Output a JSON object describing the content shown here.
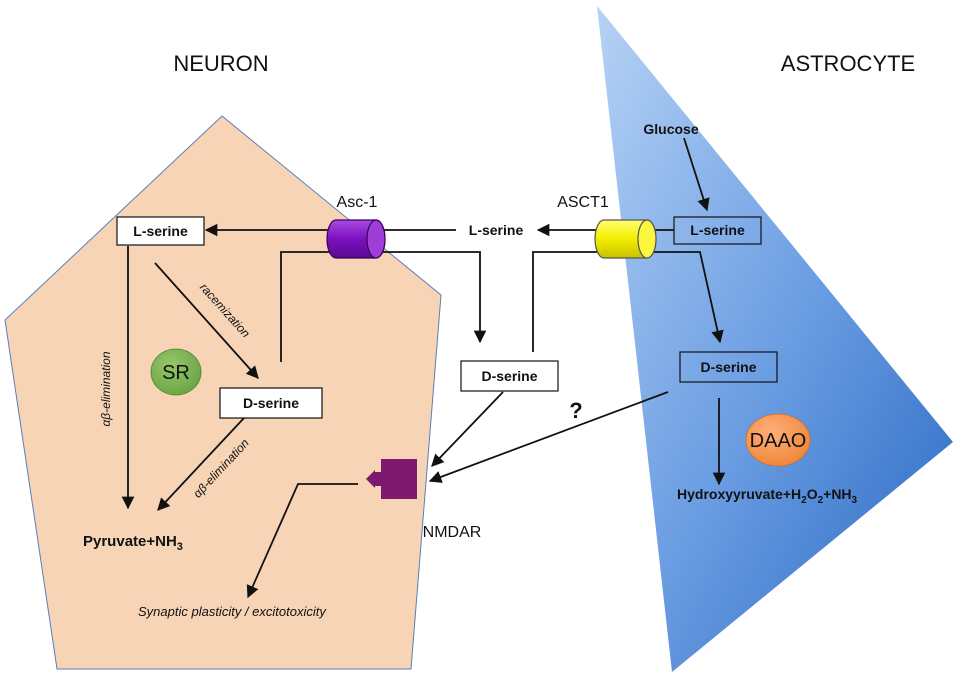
{
  "compartments": {
    "neuron": "NEURON",
    "astrocyte": "ASTROCYTE"
  },
  "transporters": {
    "asc1": "Asc-1",
    "asct1": "ASCT1"
  },
  "molecules": {
    "neuron_lserine": "L-serine",
    "neuron_dserine": "D-serine",
    "extracellular_lserine": "L-serine",
    "extracellular_dserine": "D-serine",
    "astro_glucose": "Glucose",
    "astro_lserine": "L-serine",
    "astro_dserine": "D-serine",
    "neuron_products": "Pyruvate+NH",
    "neuron_products_sub": "3",
    "astro_products_a": "Hydroxyyruvate+H",
    "astro_products_sub1": "2",
    "astro_products_b": "O",
    "astro_products_sub2": "2",
    "astro_products_c": "+NH",
    "astro_products_sub3": "3"
  },
  "processes": {
    "racemization": "racemization",
    "ab_elimination_left": "αβ-elimination",
    "ab_elimination_right": "αβ-elimination",
    "outcome": "Synaptic plasticity / excitotoxicity"
  },
  "enzymes": {
    "sr": "SR",
    "daao": "DAAO"
  },
  "receptor": {
    "label": "NMDAR"
  },
  "unknown_marker": "?",
  "colors": {
    "neuron_fill": "#f8d4b6",
    "neuron_stroke": "#5a7fb5",
    "astrocyte_light": "#a9c8f2",
    "astrocyte_dark": "#2f6fc8",
    "asc1_purple": "#8e1fcf",
    "asct1_yellow": "#f7f100",
    "nmdar_purple": "#7d1a6f",
    "sr_green": "#7fb552",
    "daao_orange": "#f49a50"
  },
  "icons": [
    "asc1-transporter-icon",
    "asct1-transporter-icon",
    "nmdar-receptor-icon"
  ]
}
